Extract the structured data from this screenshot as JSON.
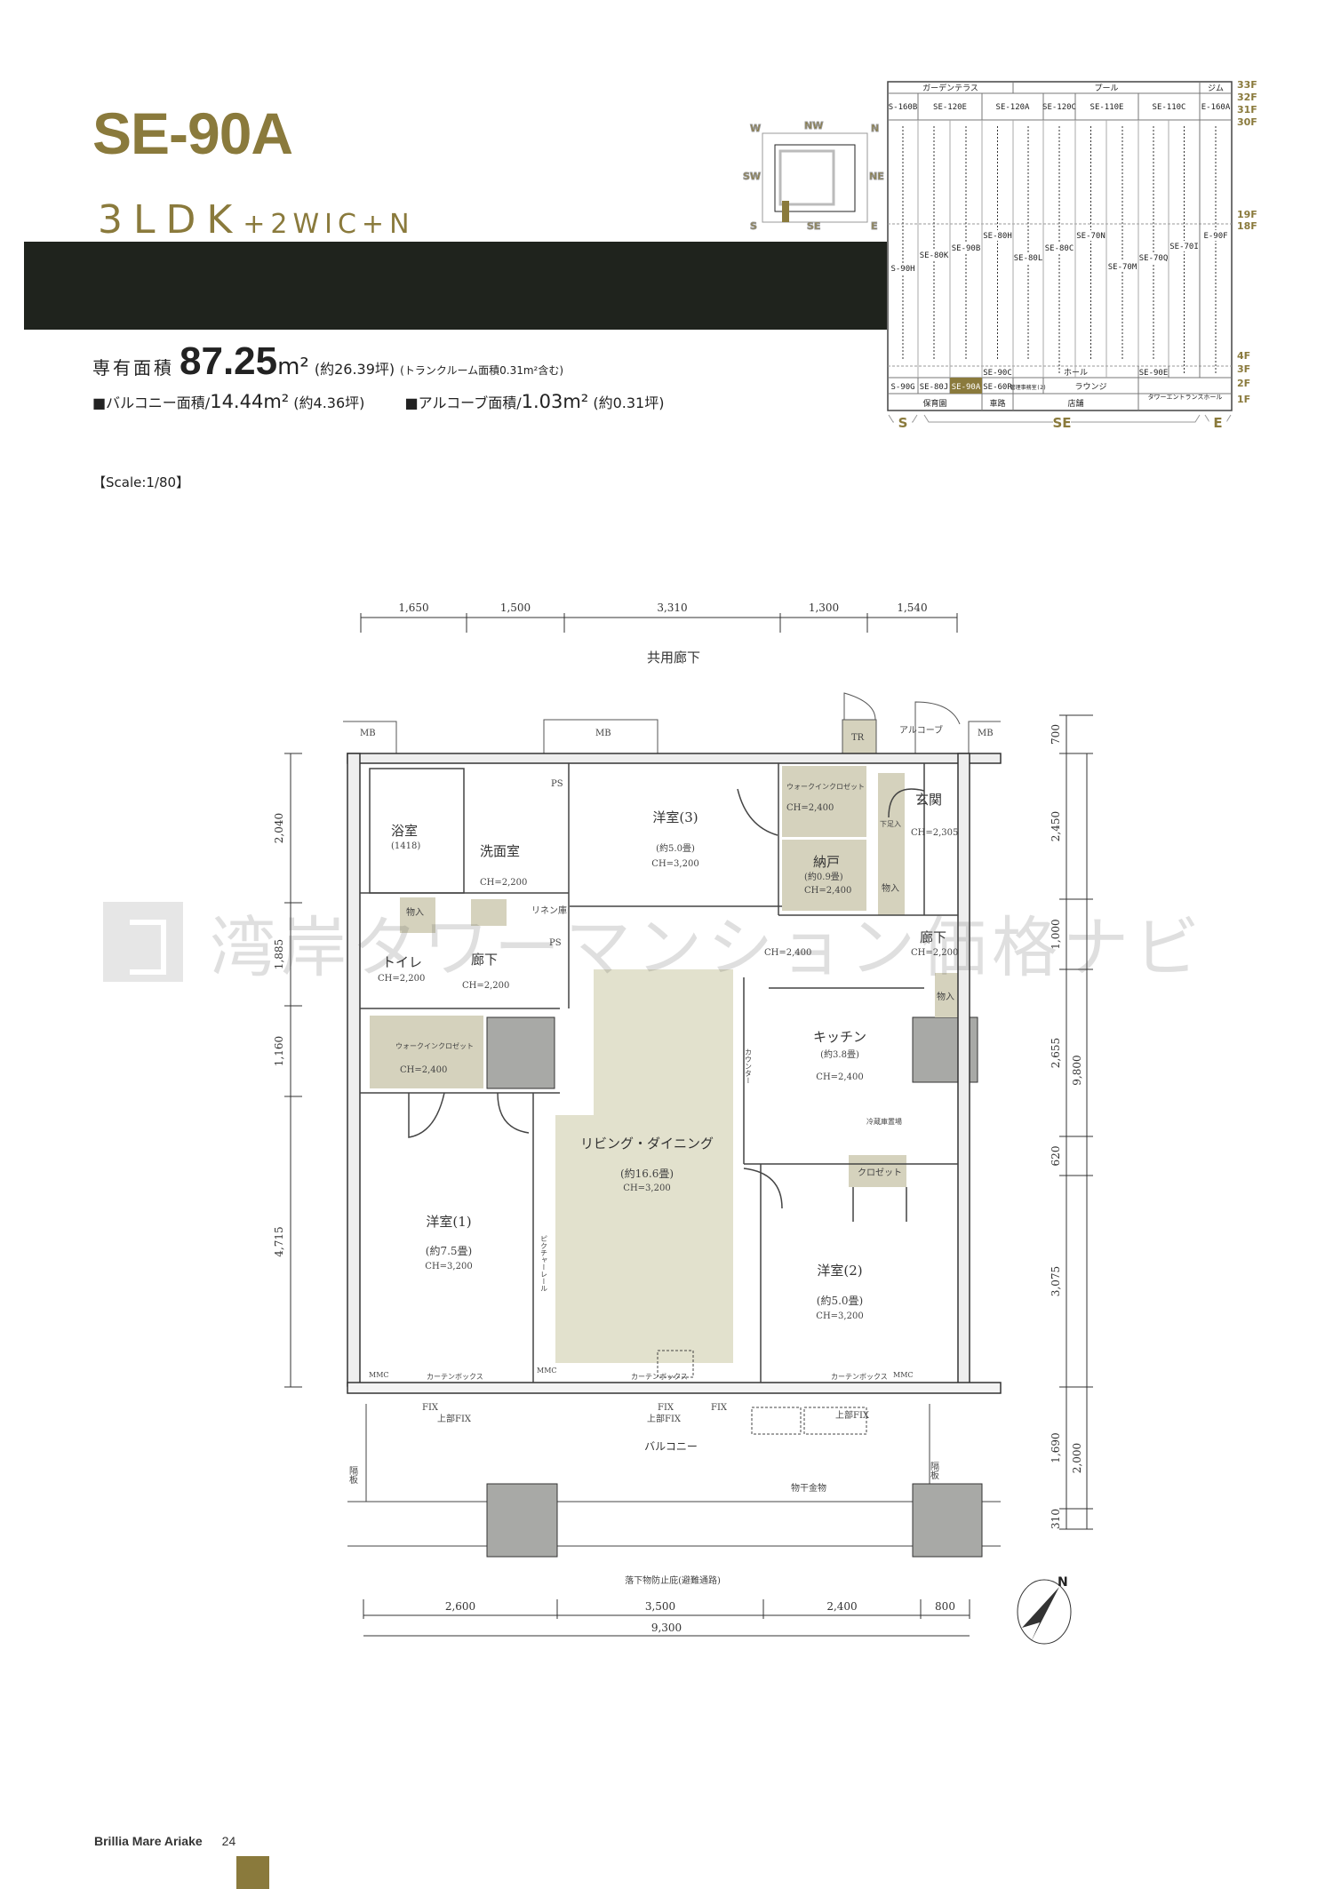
{
  "header": {
    "unit_name": "SE-90A",
    "layout_main": "3LDK",
    "layout_extra": "+2WIC+N",
    "exclusive_area_label": "専有面積",
    "exclusive_area_value": "87.25",
    "area_unit": "m²",
    "exclusive_area_tsubo": "(約26.39坪)",
    "exclusive_area_note": "(トランクルーム面積0.31m²含む)",
    "balcony_label": "■バルコニー面積/",
    "balcony_value": "14.44m²",
    "balcony_tsubo": "(約4.36坪)",
    "alcove_label": "■アルコーブ面積/",
    "alcove_value": "1.03m²",
    "alcove_tsubo": "(約0.31坪)",
    "scale": "【Scale:1/80】"
  },
  "orientation_key": {
    "labels": [
      "W",
      "NW",
      "N",
      "SW",
      "NE",
      "S",
      "SE",
      "E"
    ]
  },
  "building_diagram": {
    "top_row": [
      "ガーデンテラス",
      "プール",
      "ジム"
    ],
    "top_units": [
      "S-160B",
      "SE-120E",
      "SE-120A",
      "SE-120C",
      "SE-110E",
      "SE-110C",
      "E-160A"
    ],
    "mid_units": [
      "S-90H",
      "SE-80K",
      "SE-90B",
      "SE-80H",
      "SE-80L",
      "SE-80C",
      "SE-70N",
      "SE-70M",
      "SE-70Q",
      "SE-70I",
      "E-90F"
    ],
    "row_3f": [
      "SE-90C",
      "ホール",
      "SE-90E"
    ],
    "row_2f": [
      "S-90G",
      "SE-80J",
      "SE-90A",
      "SE-60R",
      "管理事務室(2)",
      "ラウンジ",
      "タワーエントランスホール"
    ],
    "row_1f": [
      "保育園",
      "車路",
      "店舗"
    ],
    "floors": [
      "33F",
      "32F",
      "31F",
      "30F",
      "19F",
      "18F",
      "4F",
      "3F",
      "2F",
      "1F"
    ],
    "wings": [
      "S",
      "SE",
      "E"
    ],
    "highlight_color": "#8a7a3c"
  },
  "plan": {
    "top_dims": [
      "1,650",
      "1,500",
      "3,310",
      "1,300",
      "1,540"
    ],
    "bottom_dims": [
      "2,600",
      "3,500",
      "2,400",
      "800"
    ],
    "bottom_total": "9,300",
    "left_dims": [
      "2,040",
      "1,885",
      "1,160",
      "4,715"
    ],
    "right_dims": [
      "700",
      "2,450",
      "1,000",
      "2,655",
      "620",
      "3,075",
      "1,690",
      "310"
    ],
    "right_totals": [
      "9,800",
      "2,000"
    ],
    "corridor": "共用廊下",
    "mb": "MB",
    "tr": "TR",
    "alcove": "アルコーブ",
    "rooms": {
      "bath": "浴室",
      "bath_size": "(1418)",
      "washroom": "洗面室",
      "washroom_ch": "CH=2,200",
      "linen": "リネン庫",
      "ps": "PS",
      "room3": "洋室(3)",
      "room3_size": "(約5.0畳)",
      "room3_ch": "CH=3,200",
      "wic_top": "ウォークインクロゼット",
      "wic_top_ch": "CH=2,400",
      "storage": "納戸",
      "storage_size": "(約0.9畳)",
      "storage_ch": "CH=2,400",
      "entrance": "玄関",
      "entrance_ch": "CH=2,305",
      "shoebox": "下足入",
      "closet_small": "物入",
      "hall_right": "廊下",
      "hall_right_ch": "CH=2,200",
      "hall_mid_ch": "CH=2,400",
      "toilet": "トイレ",
      "toilet_ch": "CH=2,200",
      "hall_left": "廊下",
      "hall_left_ch": "CH=2,200",
      "wic_left": "ウォークインクロゼット",
      "wic_left_ch": "CH=2,400",
      "kitchen": "キッチン",
      "kitchen_size": "(約3.8畳)",
      "kitchen_ch": "CH=2,400",
      "counter": "カウンター",
      "fridge": "冷蔵庫置場",
      "ld": "リビング・ダイニング",
      "ld_size": "(約16.6畳)",
      "ld_ch": "CH=3,200",
      "picture_rail": "ピクチャーレール",
      "room1": "洋室(1)",
      "room1_size": "(約7.5畳)",
      "room1_ch": "CH=3,200",
      "room2": "洋室(2)",
      "room2_size": "(約5.0畳)",
      "room2_ch": "CH=3,200",
      "closet": "クロゼット",
      "curtain_box": "カーテンボックス",
      "mmc": "MMC",
      "fix": "FIX",
      "upper_fix": "上部FIX",
      "balcony": "バルコニー",
      "partition": "隔板",
      "drying": "物干金物",
      "eave": "落下物防止庇(避難通路)"
    },
    "north": "N"
  },
  "watermark": "湾岸タワーマンション価格ナビ",
  "footer": {
    "brand": "Brillia Mare Ariake",
    "page": "24"
  },
  "colors": {
    "gold": "#8a7a3c",
    "band": "#1f231d",
    "beige": "#e2e1cd",
    "wic": "#d5d2bd",
    "column": "#a8a9a6"
  }
}
